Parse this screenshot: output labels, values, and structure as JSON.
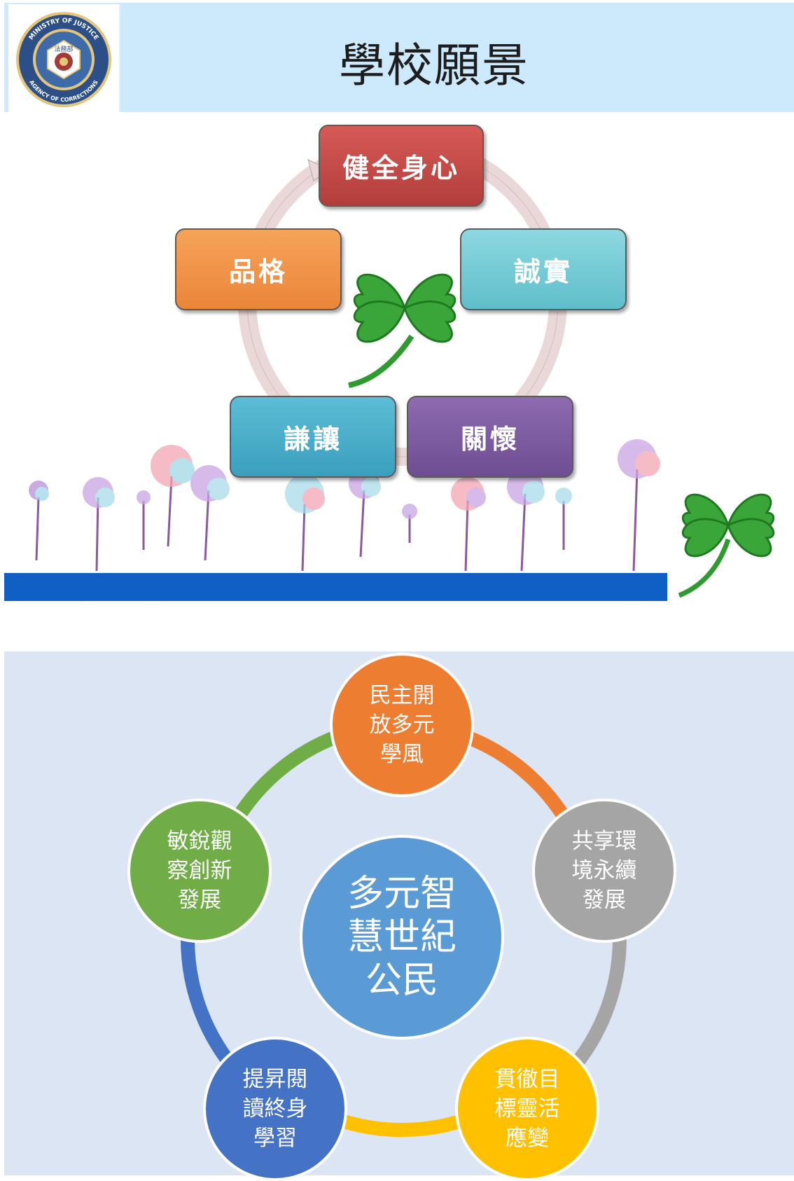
{
  "header": {
    "title": "學校願景",
    "logo": {
      "top_text": "MINISTRY OF JUSTICE",
      "bottom_text": "AGENCY OF CORRECTIONS",
      "seal_text": "法務部"
    }
  },
  "cycle": {
    "items": [
      {
        "label": "健全身心",
        "color": "#c0504d"
      },
      {
        "label": "誠實",
        "color": "#72c6d2"
      },
      {
        "label": "關懷",
        "color": "#7f60a3"
      },
      {
        "label": "謙讓",
        "color": "#4bacc6"
      },
      {
        "label": "品格",
        "color": "#f79646"
      }
    ]
  },
  "vision": {
    "center": "多元智\n慧世紀\n公民",
    "nodes": [
      {
        "label": "民主開\n放多元\n學風",
        "color": "#ed7d31"
      },
      {
        "label": "共享環\n境永續\n發展",
        "color": "#a5a5a5"
      },
      {
        "label": "貫徹目\n標靈活\n應變",
        "color": "#ffc000"
      },
      {
        "label": "提昇閱\n讀終身\n學習",
        "color": "#4472c4"
      },
      {
        "label": "敏銳觀\n察創新\n發展",
        "color": "#70ad47"
      }
    ]
  }
}
